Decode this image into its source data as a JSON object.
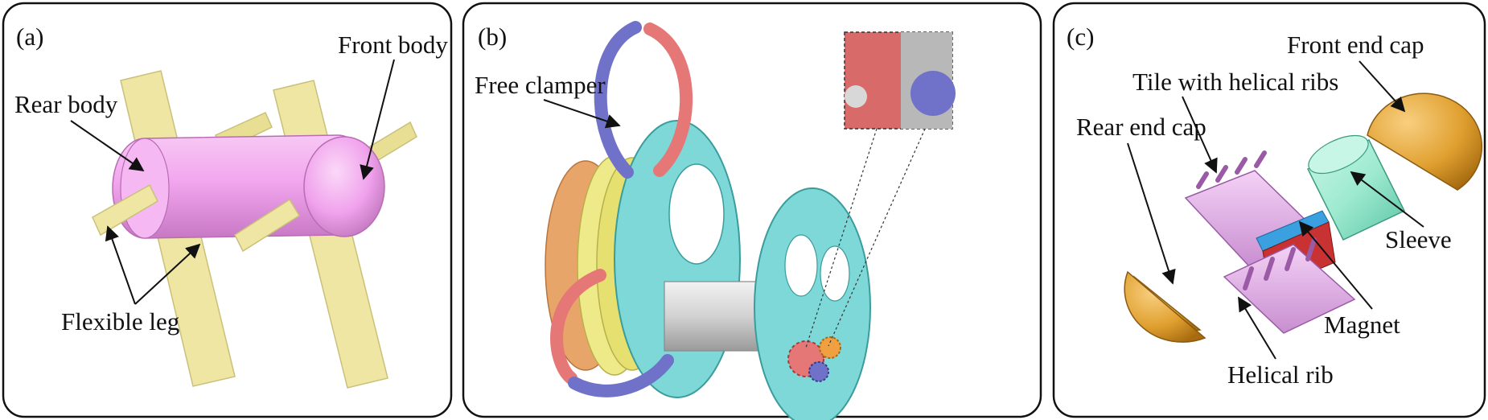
{
  "panels": [
    {
      "tag": "(a)",
      "labels": {
        "front_body": "Front body",
        "rear_body": "Rear body",
        "flexible_leg": "Flexible leg"
      }
    },
    {
      "tag": "(b)",
      "labels": {
        "free_clamper": "Free clamper"
      }
    },
    {
      "tag": "(c)",
      "labels": {
        "front_end_cap": "Front end cap",
        "tile_with_helical_ribs": "Tile with helical ribs",
        "rear_end_cap": "Rear end cap",
        "sleeve": "Sleeve",
        "magnet": "Magnet",
        "helical_rib": "Helical rib"
      }
    }
  ],
  "colors": {
    "body": "#f2a6ee",
    "leg": "#eee6a2",
    "clamper_red": "#e57777",
    "clamper_blue": "#6f72c8",
    "disc_cyan": "#7ed8d8",
    "orange_disc": "#e8a56a",
    "yellow_ring": "#eeea8a",
    "green_gear": "#86d06f",
    "end_cap": "#e0a030",
    "sleeve": "#9eead0",
    "tile": "#e6b2ec",
    "magnet_blue": "#3aa0e0",
    "magnet_red": "#c83232"
  }
}
